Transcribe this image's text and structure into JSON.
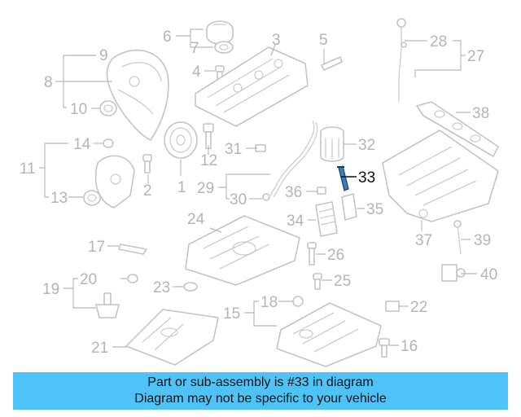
{
  "diagram": {
    "highlighted_part": "33",
    "colors": {
      "highlight": "#111111",
      "muted": "#b4b4b4",
      "banner": "#4fc3f7"
    },
    "callouts": [
      {
        "id": "1",
        "label": "1"
      },
      {
        "id": "2",
        "label": "2"
      },
      {
        "id": "3",
        "label": "3"
      },
      {
        "id": "4",
        "label": "4"
      },
      {
        "id": "5",
        "label": "5"
      },
      {
        "id": "6",
        "label": "6"
      },
      {
        "id": "7",
        "label": "7"
      },
      {
        "id": "8",
        "label": "8"
      },
      {
        "id": "9",
        "label": "9"
      },
      {
        "id": "10",
        "label": "10"
      },
      {
        "id": "11",
        "label": "11"
      },
      {
        "id": "12",
        "label": "12"
      },
      {
        "id": "13",
        "label": "13"
      },
      {
        "id": "14",
        "label": "14"
      },
      {
        "id": "15",
        "label": "15"
      },
      {
        "id": "16",
        "label": "16"
      },
      {
        "id": "17",
        "label": "17"
      },
      {
        "id": "18",
        "label": "18"
      },
      {
        "id": "19",
        "label": "19"
      },
      {
        "id": "20",
        "label": "20"
      },
      {
        "id": "21",
        "label": "21"
      },
      {
        "id": "22",
        "label": "22"
      },
      {
        "id": "23",
        "label": "23"
      },
      {
        "id": "24",
        "label": "24"
      },
      {
        "id": "25",
        "label": "25"
      },
      {
        "id": "26",
        "label": "26"
      },
      {
        "id": "27",
        "label": "27"
      },
      {
        "id": "28",
        "label": "28"
      },
      {
        "id": "29",
        "label": "29"
      },
      {
        "id": "30",
        "label": "30"
      },
      {
        "id": "31",
        "label": "31"
      },
      {
        "id": "32",
        "label": "32"
      },
      {
        "id": "33",
        "label": "33"
      },
      {
        "id": "34",
        "label": "34"
      },
      {
        "id": "35",
        "label": "35"
      },
      {
        "id": "36",
        "label": "36"
      },
      {
        "id": "37",
        "label": "37"
      },
      {
        "id": "38",
        "label": "38"
      },
      {
        "id": "39",
        "label": "39"
      },
      {
        "id": "40",
        "label": "40"
      }
    ]
  },
  "banner": {
    "line1": "Part or sub-assembly is #33 in diagram",
    "line2": "Diagram may not be specific to your vehicle"
  }
}
